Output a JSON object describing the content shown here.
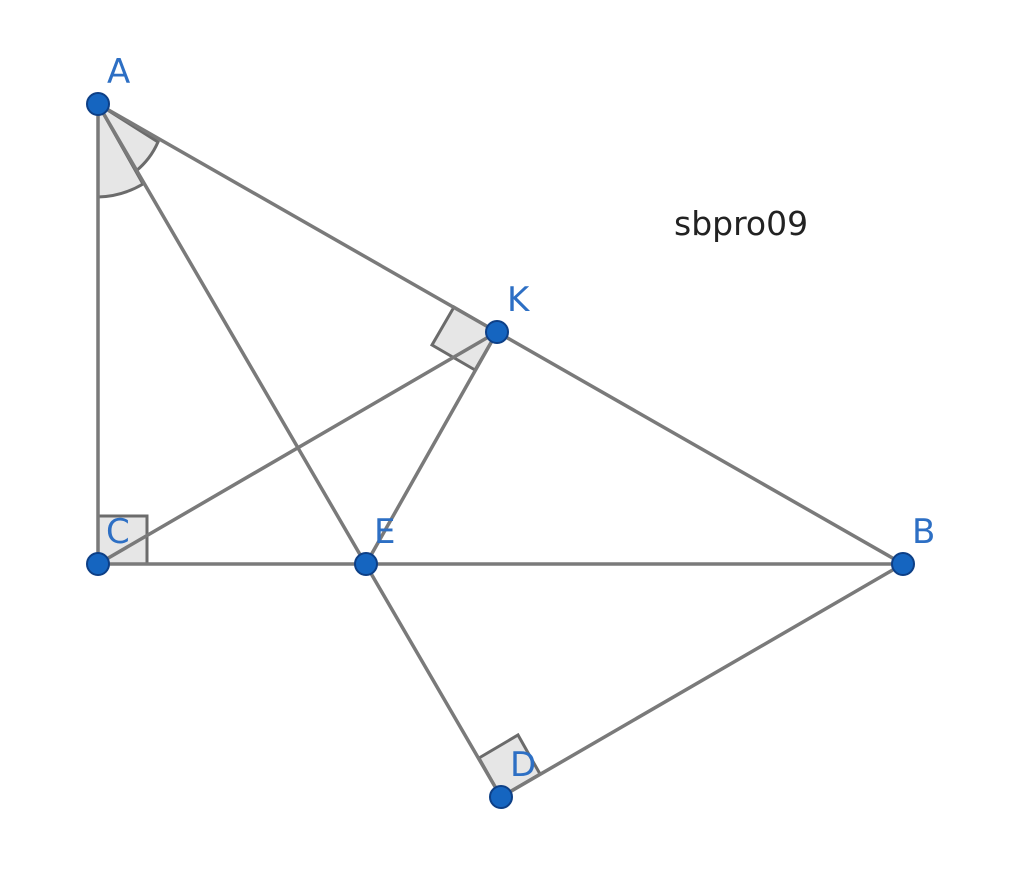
{
  "diagram": {
    "caption": "sbpro09",
    "points": {
      "A": "A",
      "B": "B",
      "C": "C",
      "D": "D",
      "E": "E",
      "K": "K"
    },
    "colors": {
      "point_fill": "#1565c0",
      "label": "#2d6fc4",
      "segment": "#7a7a7a",
      "mark_fill": "#e6e6e6"
    }
  }
}
